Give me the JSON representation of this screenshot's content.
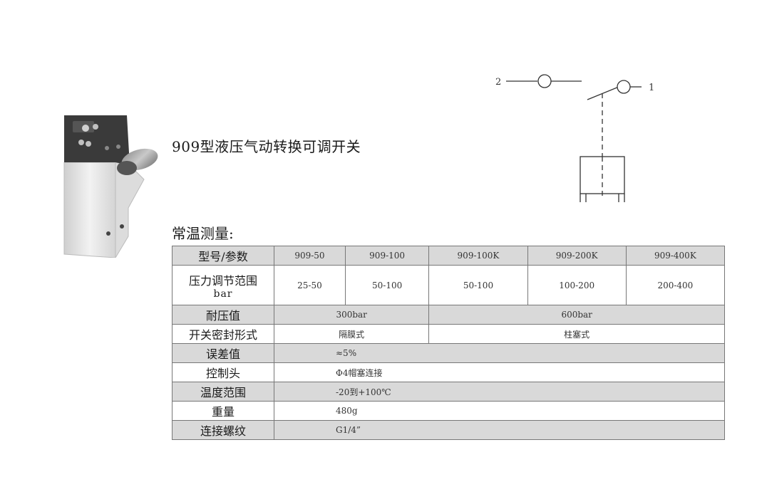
{
  "title": "909型液压气动转换可调开关",
  "subtitle": "常温测量:",
  "schematic": {
    "port_left": "2",
    "port_right": "1"
  },
  "table": {
    "header": {
      "label": "型号/参数",
      "models": [
        "909-50",
        "909-100",
        "909-100K",
        "909-200K",
        "909-400K"
      ]
    },
    "pressure_range": {
      "label": "压力调节范围",
      "unit": "bar",
      "values": [
        "25-50",
        "50-100",
        "50-100",
        "100-200",
        "200-400"
      ]
    },
    "pressure_limit": {
      "label": "耐压值",
      "values": [
        "300bar",
        "600bar"
      ]
    },
    "seal_type": {
      "label": "开关密封形式",
      "values": [
        "隔膜式",
        "柱塞式"
      ]
    },
    "tolerance": {
      "label": "误差值",
      "value": "≈5%"
    },
    "control_head": {
      "label": "控制头",
      "value": "Φ4帽塞连接"
    },
    "temperature_range": {
      "label": "温度范围",
      "value": "-20到+100℃"
    },
    "weight": {
      "label": "重量",
      "value": "480g"
    },
    "thread": {
      "label": "连接螺纹",
      "value": "G1/4”"
    }
  },
  "colors": {
    "row_gray": "#d9d9d9",
    "border": "#777777",
    "photo_body": "#e6e6e6",
    "photo_head": "#3a3a3a"
  }
}
